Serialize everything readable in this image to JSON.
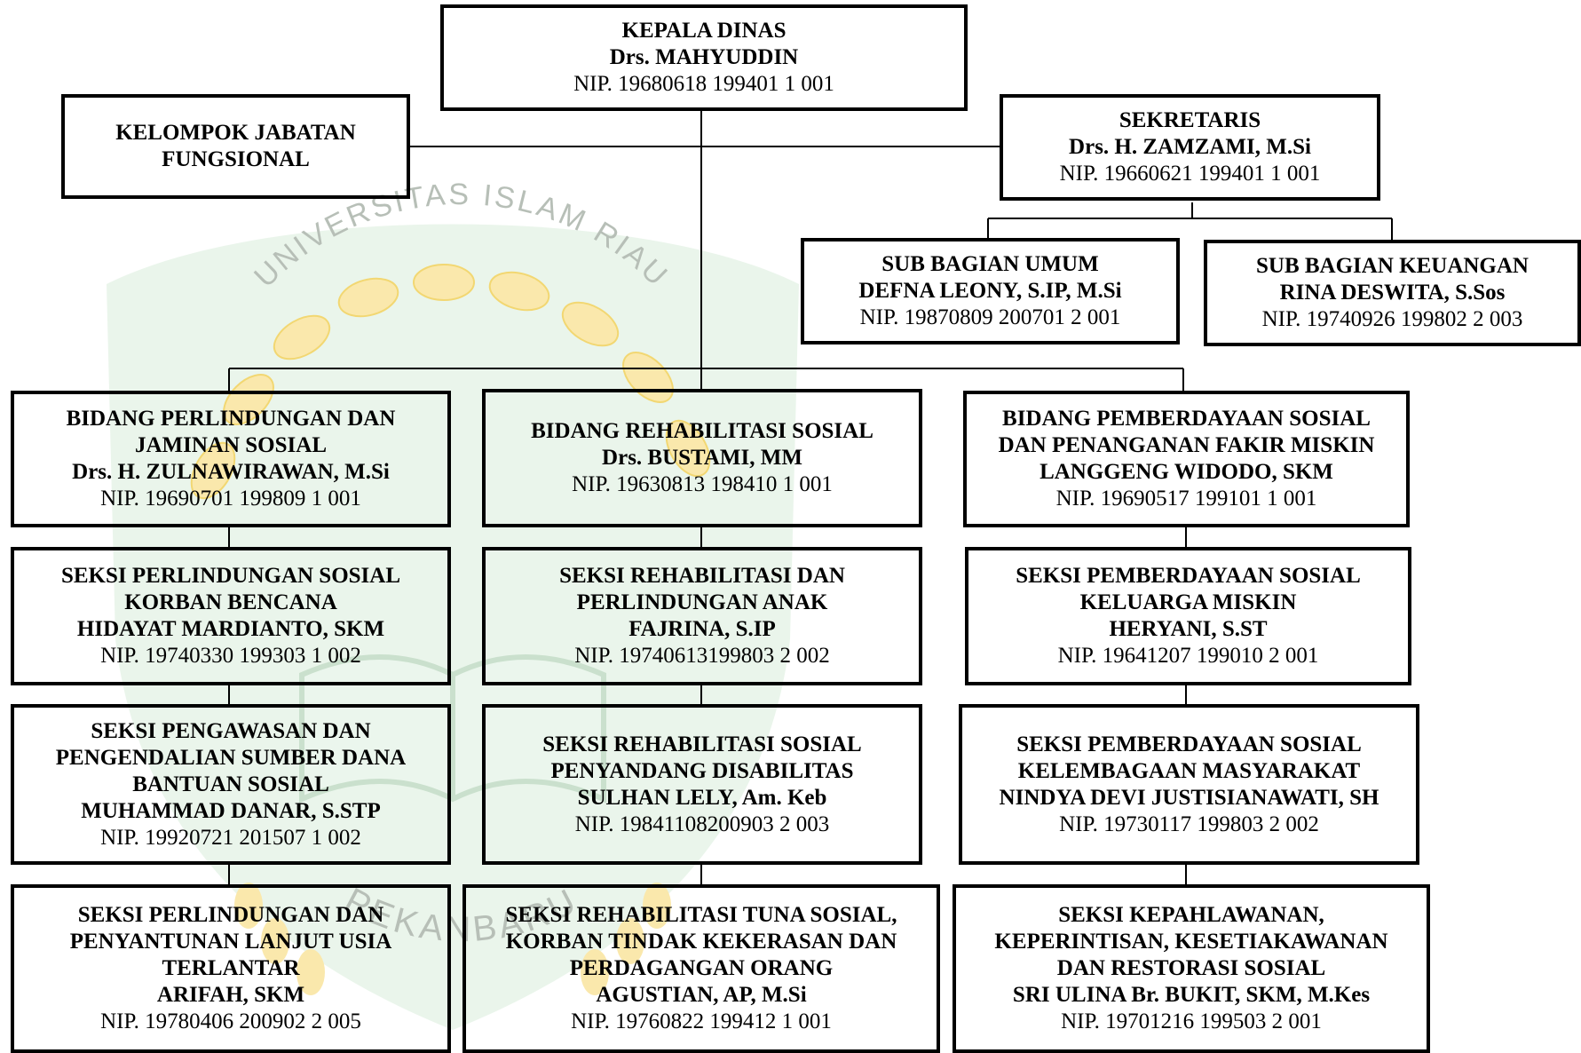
{
  "head": {
    "title": "KEPALA DINAS",
    "name": "Drs. MAHYUDDIN",
    "nip": "NIP. 19680618 199401 1 001"
  },
  "fungsional": {
    "title": "KELOMPOK JABATAN\nFUNGSIONAL"
  },
  "sekretaris": {
    "title": "SEKRETARIS",
    "name": "Drs. H. ZAMZAMI, M.Si",
    "nip": "NIP. 19660621 199401 1 001"
  },
  "subbag_umum": {
    "title": "SUB BAGIAN UMUM",
    "name": "DEFNA LEONY, S.IP, M.Si",
    "nip": "NIP. 19870809 200701 2 001"
  },
  "subbag_keuangan": {
    "title": "SUB BAGIAN KEUANGAN",
    "name": "RINA DESWITA, S.Sos",
    "nip": "NIP. 19740926 199802 2 003"
  },
  "columns": [
    {
      "bidang": {
        "title": "BIDANG PERLINDUNGAN DAN\nJAMINAN SOSIAL",
        "name": "Drs. H. ZULNAWIRAWAN, M.Si",
        "nip": "NIP. 19690701 199809 1 001"
      },
      "seksi": [
        {
          "title": "SEKSI PERLINDUNGAN SOSIAL\nKORBAN BENCANA",
          "name": "HIDAYAT MARDIANTO, SKM",
          "nip": "NIP. 19740330 199303 1 002"
        },
        {
          "title": "SEKSI PENGAWASAN DAN\nPENGENDALIAN SUMBER DANA\nBANTUAN SOSIAL",
          "name": "MUHAMMAD DANAR, S.STP",
          "nip": "NIP. 19920721 201507 1 002"
        },
        {
          "title": "SEKSI PERLINDUNGAN DAN\nPENYANTUNAN LANJUT USIA\nTERLANTAR",
          "name": "ARIFAH, SKM",
          "nip": "NIP. 19780406 200902 2 005"
        }
      ]
    },
    {
      "bidang": {
        "title": "BIDANG REHABILITASI SOSIAL",
        "name": "Drs. BUSTAMI, MM",
        "nip": "NIP. 19630813 198410 1 001"
      },
      "seksi": [
        {
          "title": "SEKSI REHABILITASI DAN\nPERLINDUNGAN ANAK",
          "name": "FAJRINA, S.IP",
          "nip": "NIP. 19740613199803 2 002"
        },
        {
          "title": "SEKSI REHABILITASI SOSIAL\nPENYANDANG DISABILITAS",
          "name": "SULHAN LELY, Am. Keb",
          "nip": "NIP. 19841108200903 2 003"
        },
        {
          "title": "SEKSI REHABILITASI TUNA SOSIAL,\nKORBAN TINDAK KEKERASAN DAN\nPERDAGANGAN ORANG",
          "name": "AGUSTIAN, AP, M.Si",
          "nip": "NIP. 19760822 199412 1 001"
        }
      ]
    },
    {
      "bidang": {
        "title": "BIDANG PEMBERDAYAAN SOSIAL\nDAN PENANGANAN FAKIR MISKIN",
        "name": "LANGGENG WIDODO, SKM",
        "nip": "NIP. 19690517 199101 1 001"
      },
      "seksi": [
        {
          "title": "SEKSI PEMBERDAYAAN SOSIAL\nKELUARGA MISKIN",
          "name": "HERYANI, S.ST",
          "nip": "NIP. 19641207 199010 2 001"
        },
        {
          "title": "SEKSI PEMBERDAYAAN SOSIAL\nKELEMBAGAAN MASYARAKAT",
          "name": "NINDYA DEVI JUSTISIANAWATI, SH",
          "nip": "NIP. 19730117 199803 2 002"
        },
        {
          "title": "SEKSI KEPAHLAWANAN,\nKEPERINTISAN, KESETIAKAWANAN\nDAN RESTORASI SOSIAL",
          "name": "SRI ULINA Br. BUKIT, SKM, M.Kes",
          "nip": "NIP. 19701216 199503 2 001"
        }
      ]
    }
  ],
  "watermark": {
    "top_text": "UNIVERSITAS ISLAM RIAU",
    "bottom_text": "PEKANBARU",
    "colors": {
      "green": "#2f9a3f",
      "yellow": "#f2c100"
    }
  }
}
